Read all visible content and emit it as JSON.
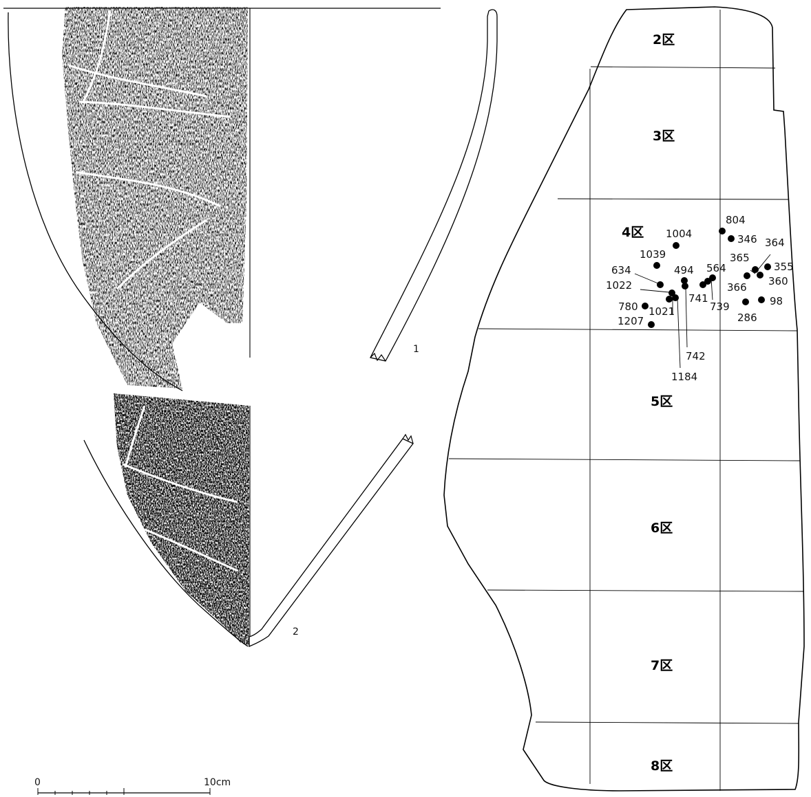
{
  "figure_numbers": {
    "sherd_1": "1",
    "sherd_2": "2"
  },
  "scale_bar": {
    "start_label": "0",
    "end_label": "10cm"
  },
  "zones": [
    {
      "id": "z2",
      "label": "2区"
    },
    {
      "id": "z3",
      "label": "3区"
    },
    {
      "id": "z4",
      "label": "4区"
    },
    {
      "id": "z5",
      "label": "5区"
    },
    {
      "id": "z6",
      "label": "6区"
    },
    {
      "id": "z7",
      "label": "7区"
    },
    {
      "id": "z8",
      "label": "8区"
    }
  ],
  "find_points": [
    "804",
    "346",
    "364",
    "1004",
    "365",
    "355",
    "1039",
    "564",
    "494",
    "360",
    "634",
    "366",
    "1022",
    "741",
    "739",
    "98",
    "780",
    "1021",
    "286",
    "1207",
    "742",
    "1184"
  ],
  "colors": {
    "ink": "#000000",
    "paper": "#ffffff",
    "rubbing": "#1a1a1a"
  }
}
